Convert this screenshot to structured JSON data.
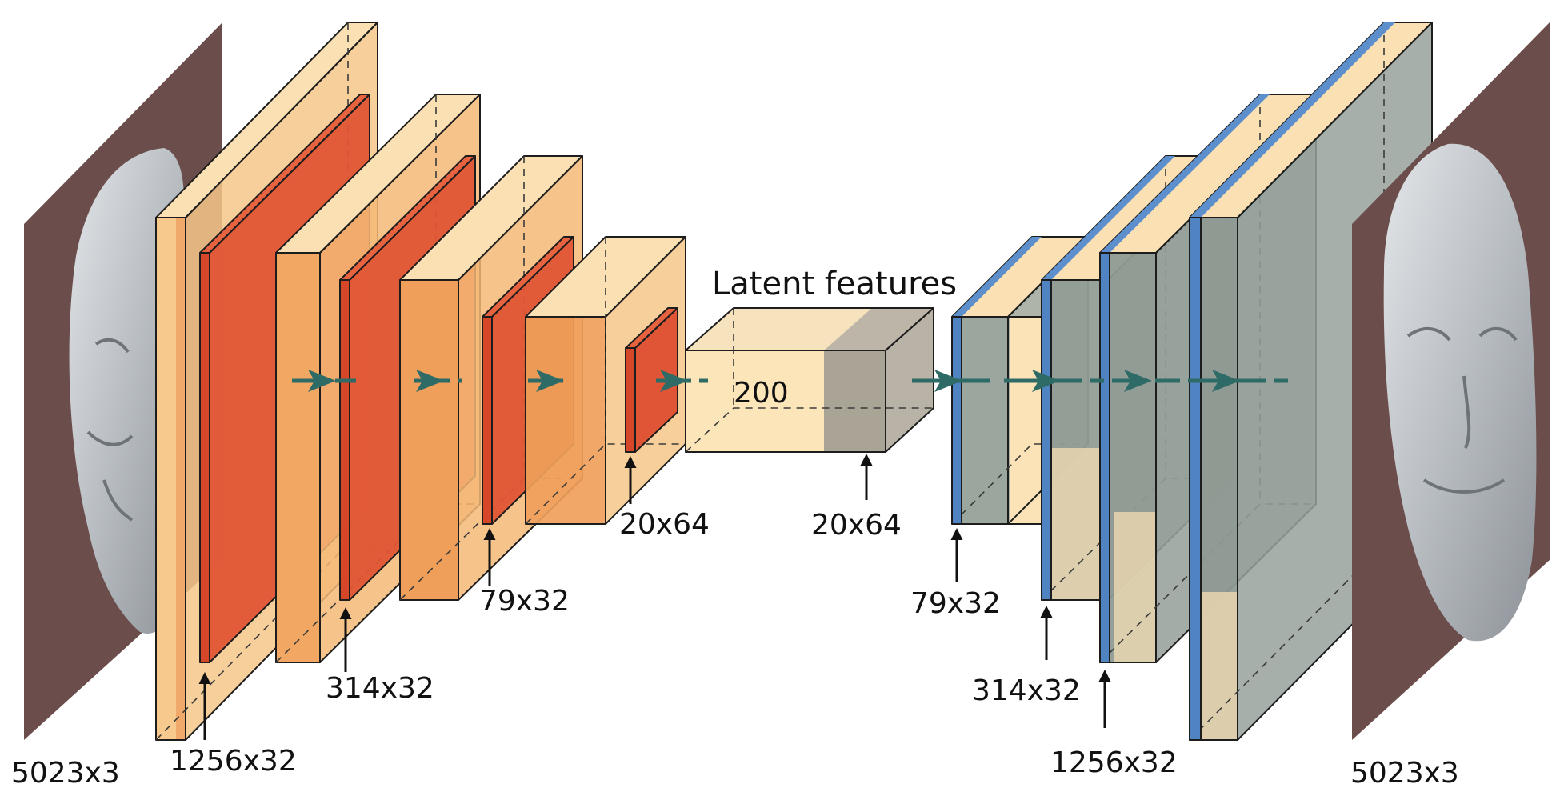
{
  "diagram": {
    "latent_title": "Latent features",
    "latent_dim": "200",
    "input_label": "5023x3",
    "output_label": "5023x3",
    "encoder_labels": [
      "1256x32",
      "314x32",
      "79x32",
      "20x64"
    ],
    "latent_label": "20x64",
    "decoder_labels": [
      "79x32",
      "314x32",
      "1256x32"
    ],
    "colors": {
      "encoder_volume": "#f5b46a",
      "encoder_filter": "#dd4a2a",
      "latent_front": "#fbe3b5",
      "latent_back": "#a9a39a",
      "decoder_volume": "#8e9a92",
      "decoder_filter": "#4f83c2",
      "face_panel": "#6b4e4b",
      "flow_arrow": "#2f6b66"
    }
  }
}
